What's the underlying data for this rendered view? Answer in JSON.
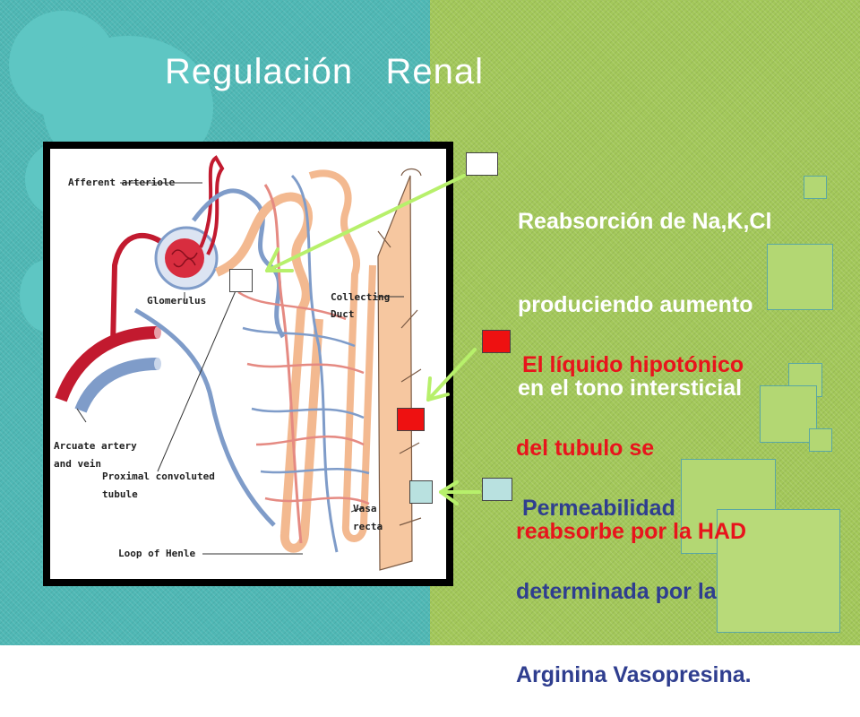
{
  "slide": {
    "title": "Regulación   Renal",
    "colors": {
      "left_bg": "#4fb8b5",
      "right_bg": "#a3c85a",
      "title": "#ffffff",
      "arrow": "#b7f06b"
    }
  },
  "diagram_labels": {
    "afferent": "Afferent arteriole",
    "glomerulus": "Glomerulus",
    "collecting_1": "Collecting",
    "collecting_2": "Duct",
    "arcuate_1": "Arcuate artery",
    "arcuate_2": "and vein",
    "proximal_1": "Proximal convoluted",
    "proximal_2": "tubule",
    "vasa_1": "Vasa",
    "vasa_2": "recta",
    "loop": "Loop of Henle"
  },
  "bullets": [
    {
      "lines": [
        "Reabsorción de Na,K,Cl",
        "produciendo aumento",
        "en el tono intersticial"
      ],
      "color": "#ffffff",
      "marker_color": "#ffffff"
    },
    {
      "lines": [
        " El líquido hipotónico",
        "del tubulo se",
        "reabsorbe por la HAD"
      ],
      "color": "#e8141c",
      "marker_color": "#ee1111"
    },
    {
      "lines": [
        " Permeabilidad",
        "determinada por la",
        "Arginina Vasopresina."
      ],
      "color": "#2f3e8f",
      "marker_color": "#b9e1e0"
    }
  ]
}
